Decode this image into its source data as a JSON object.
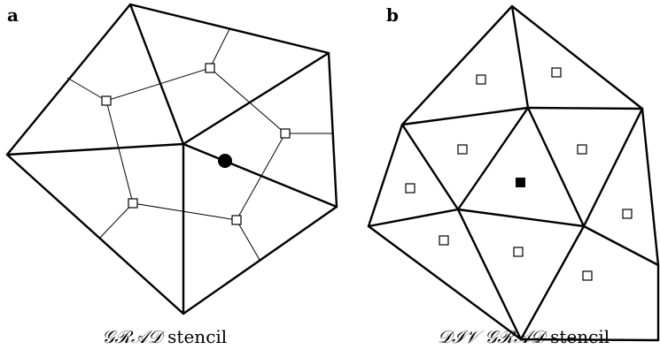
{
  "panels": [
    {
      "letter": "a",
      "caption_script": "𝒢ℛ𝒜𝒟",
      "caption_plain": "stencil",
      "marker": "filled-circle",
      "control_volume_marker": "open-square"
    },
    {
      "letter": "b",
      "caption_script": "𝒟ℐ𝒱 𝒢ℛ𝒜𝒟",
      "caption_plain": "stencil",
      "marker": "filled-square",
      "control_volume_marker": "open-square"
    }
  ],
  "colors": {
    "line": "#000000",
    "background": "#ffffff"
  }
}
